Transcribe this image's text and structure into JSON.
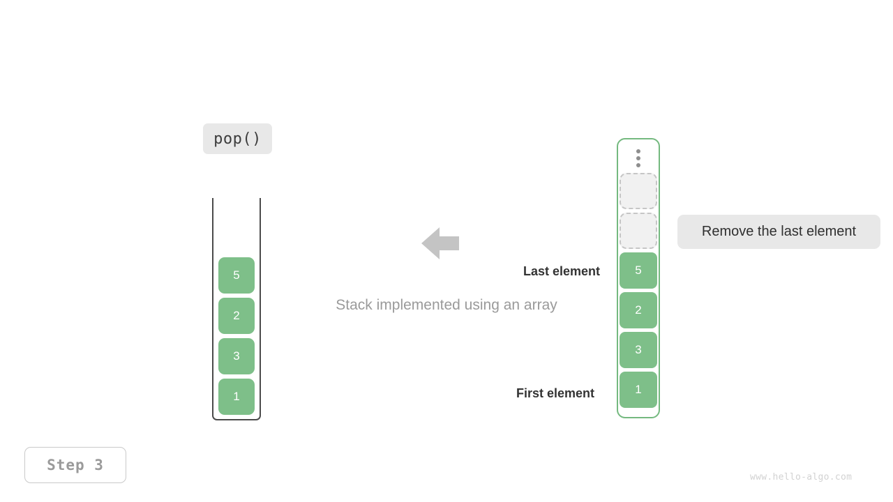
{
  "operation": {
    "label": "pop()"
  },
  "stack_panel": {
    "name": "stack-container",
    "caption": "Stack implemented using an array",
    "cells": [
      {
        "value": "5"
      },
      {
        "value": "2"
      },
      {
        "value": "3"
      },
      {
        "value": "1"
      }
    ]
  },
  "array_panel": {
    "name": "array-container",
    "ellipsis_icon": "vertical-ellipsis-icon",
    "empty_slots": 2,
    "cells": [
      {
        "value": "5"
      },
      {
        "value": "2"
      },
      {
        "value": "3"
      },
      {
        "value": "1"
      }
    ],
    "annotations": {
      "last": "Last element",
      "first": "First element"
    },
    "tooltip": "Remove the last element"
  },
  "arrow": {
    "icon": "arrow-left-icon",
    "direction": "left"
  },
  "step": {
    "label": "Step 3"
  },
  "watermark": {
    "text": "www.hello-algo.com"
  },
  "colors": {
    "cell_green": "#7ebf89",
    "array_border_green": "#74b97f",
    "badge_gray": "#e8e8e8",
    "caption_gray": "#9a9a9a",
    "arrow_gray": "#c4c4c4",
    "empty_slot_fill": "#f1f1f1",
    "empty_slot_border": "#c6c6c6"
  }
}
